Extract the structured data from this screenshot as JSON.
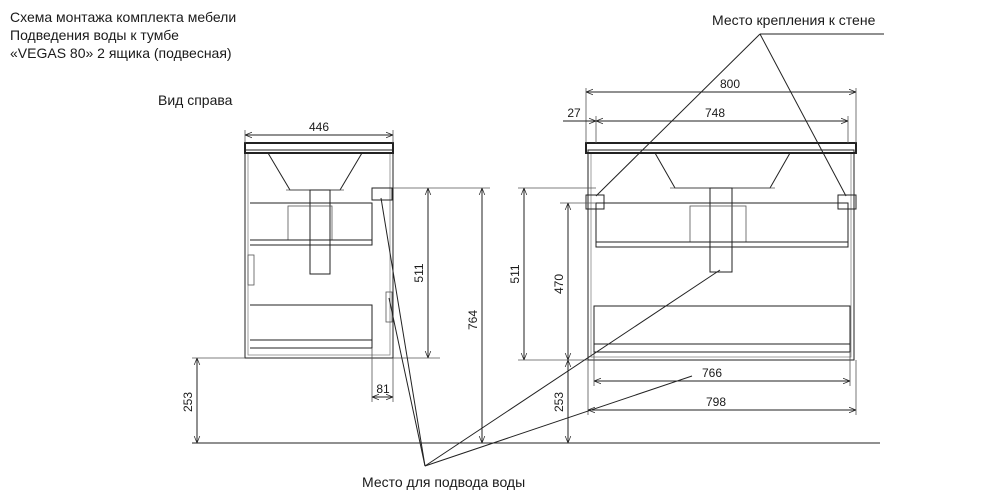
{
  "title": {
    "line1": "Схема монтажа комплекта мебели",
    "line2": "Подведения воды к тумбе",
    "line3": "«VEGAS 80» 2 ящика (подвесная)"
  },
  "side_view": {
    "label": "Вид справа",
    "width_dim": "446",
    "height_511": "511",
    "height_764": "764",
    "bottom_81": "81",
    "floor_253": "253"
  },
  "front_view": {
    "overall_800": "800",
    "inner_748": "748",
    "offset_27": "27",
    "height_511": "511",
    "height_470": "470",
    "floor_253": "253",
    "width_766": "766",
    "width_798": "798"
  },
  "callouts": {
    "wall_mount": "Место крепления к стене",
    "water_inlet": "Место для подвода воды"
  }
}
